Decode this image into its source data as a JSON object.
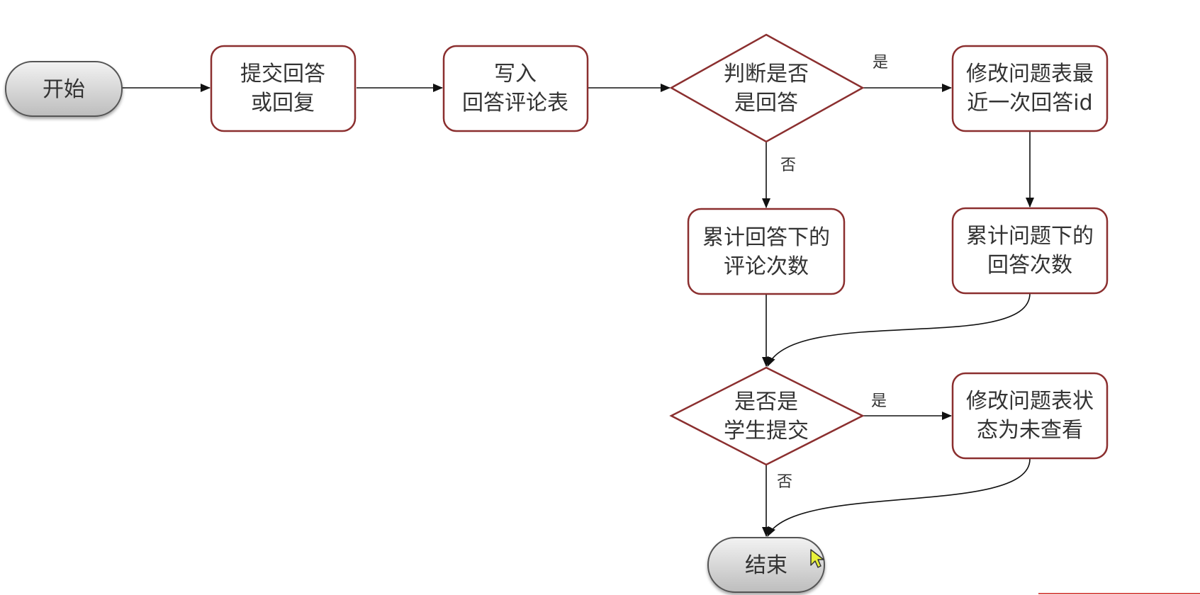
{
  "nodes": {
    "start": {
      "label": "开始"
    },
    "submit": {
      "lines": [
        "提交回答",
        "或回复"
      ]
    },
    "write": {
      "lines": [
        "写入",
        "回答评论表"
      ]
    },
    "is_answer": {
      "lines": [
        "判断是否",
        "是回答"
      ]
    },
    "update_latest": {
      "lines": [
        "修改问题表最",
        "近一次回答id"
      ]
    },
    "count_comments": {
      "lines": [
        "累计回答下的",
        "评论次数"
      ]
    },
    "count_answers": {
      "lines": [
        "累计问题下的",
        "回答次数"
      ]
    },
    "is_student": {
      "lines": [
        "是否是",
        "学生提交"
      ]
    },
    "update_status": {
      "lines": [
        "修改问题表状",
        "态为未查看"
      ]
    },
    "end": {
      "label": "结束"
    }
  },
  "edge_labels": {
    "is_answer_yes": "是",
    "is_answer_no": "否",
    "is_student_yes": "是",
    "is_student_no": "否"
  },
  "colors": {
    "box_border": "#8b2f2f",
    "terminal_fill": "#d6d6d6",
    "arrow": "#111111",
    "text": "#333333",
    "cursor": "#e8f03a"
  },
  "cursor_icon": "mouse-pointer-icon"
}
